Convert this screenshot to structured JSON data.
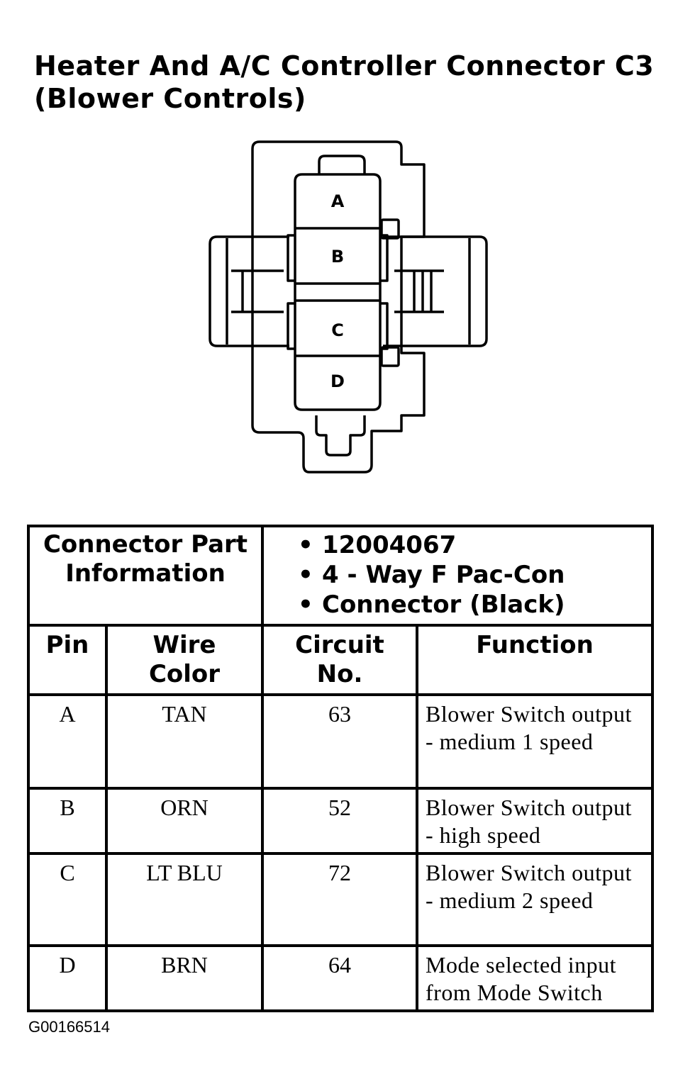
{
  "title": {
    "line1": "Heater And A/C Controller Connector C3",
    "line2": "(Blower Controls)"
  },
  "connector_pins": [
    "A",
    "B",
    "C",
    "D"
  ],
  "part_info": {
    "label_line1": "Connector Part",
    "label_line2": "Information",
    "items": [
      "12004067",
      "4 - Way F Pac-Con",
      "Connector (Black)"
    ]
  },
  "columns": {
    "pin": "Pin",
    "wire_color_line1": "Wire",
    "wire_color_line2": "Color",
    "circuit_line1": "Circuit",
    "circuit_line2": "No.",
    "function": "Function"
  },
  "rows": [
    {
      "pin": "A",
      "wire_color": "TAN",
      "circuit": "63",
      "function": "Blower Switch output - medium 1 speed"
    },
    {
      "pin": "B",
      "wire_color": "ORN",
      "circuit": "52",
      "function": "Blower Switch output - high speed"
    },
    {
      "pin": "C",
      "wire_color": "LT BLU",
      "circuit": "72",
      "function": "Blower Switch output - medium 2 speed"
    },
    {
      "pin": "D",
      "wire_color": "BRN",
      "circuit": "64",
      "function": "Mode selected input from Mode Switch"
    }
  ],
  "doc_id": "G00166514"
}
